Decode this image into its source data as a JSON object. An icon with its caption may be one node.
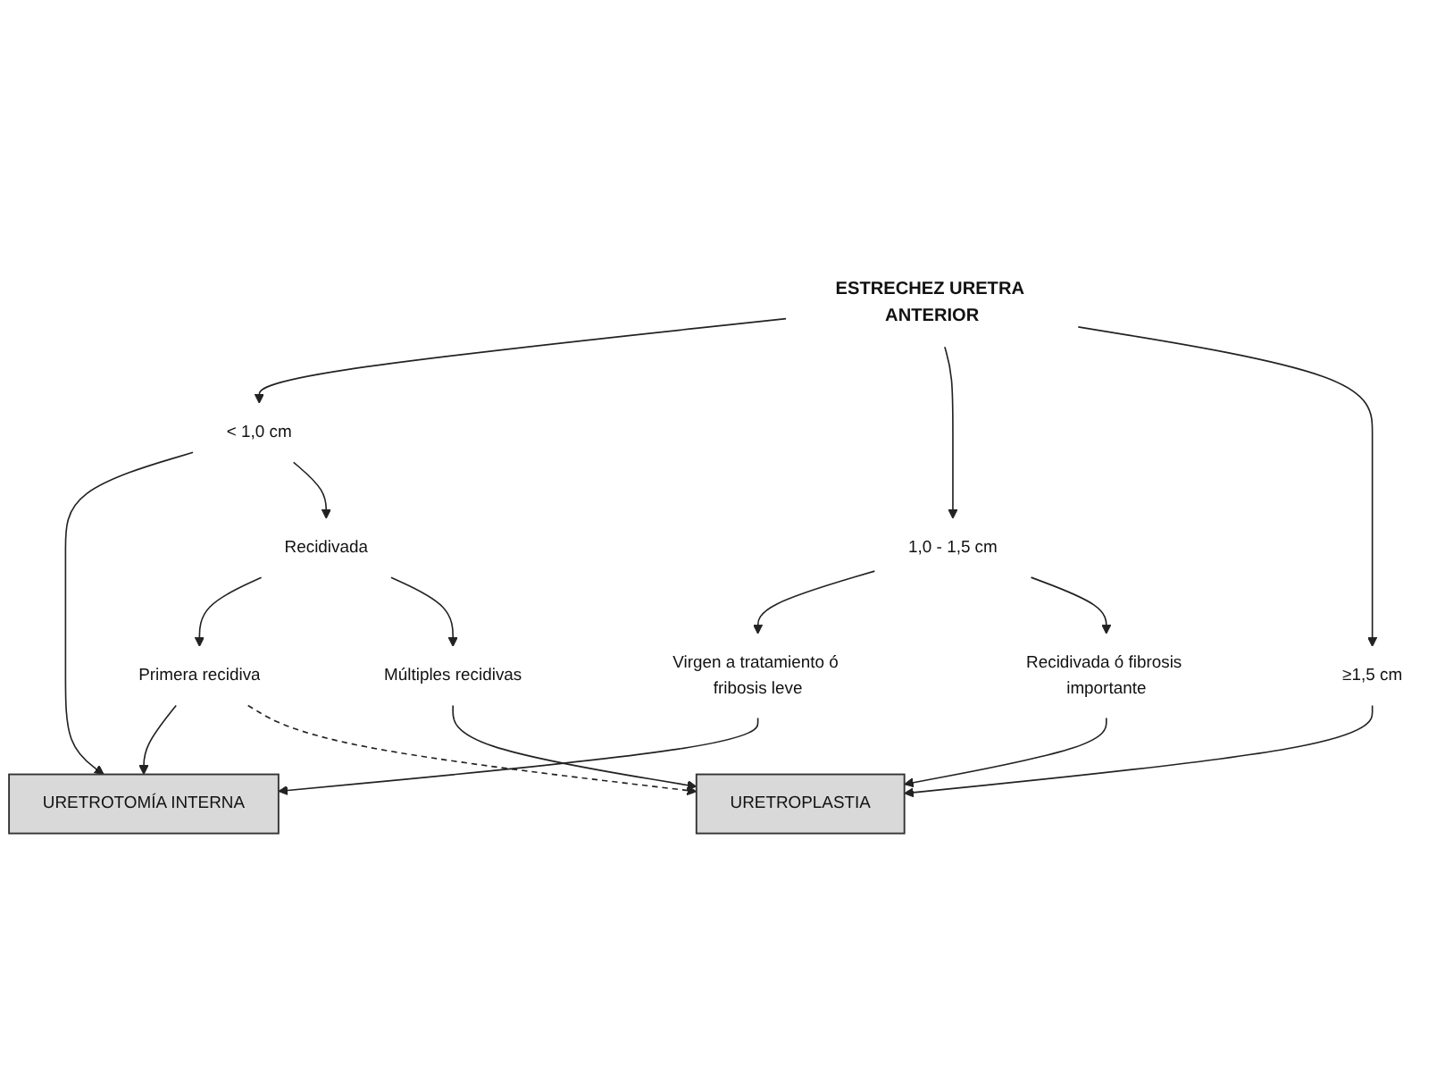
{
  "diagram": {
    "nodes": [
      {
        "text": [
          "ESTRECHEZ URETRA ANTERIOR"
        ]
      },
      {
        "text": [
          "< 1,0 cm"
        ]
      },
      {
        "text": [
          "1,0 - 1,5 cm"
        ]
      },
      {
        "text": [
          "≥1,5 cm"
        ]
      },
      {
        "text": [
          "Virgen a tratamiento ó fribosis leve"
        ]
      },
      {
        "text": [
          "Recidivada ó fibrosis importante"
        ]
      },
      {
        "text": [
          "URETROTOMÍA INTERNA"
        ]
      },
      {
        "text": [
          "Recidivada"
        ]
      },
      {
        "text": [
          "Primera recidiva"
        ]
      },
      {
        "text": [
          "Múltiples recidivas"
        ]
      },
      {
        "text": [
          "URETROPLASTIA"
        ]
      }
    ],
    "edges": [
      {
        "from": 0,
        "to": 1,
        "arrow": "to"
      },
      {
        "from": 0,
        "to": 2,
        "arrow": "to"
      },
      {
        "from": 0,
        "to": 3,
        "arrow": "to"
      },
      {
        "from": 2,
        "to": 4,
        "arrow": "to"
      },
      {
        "from": 2,
        "to": 5,
        "arrow": "to"
      },
      {
        "from": 1,
        "to": 6,
        "arrow": "to"
      },
      {
        "from": 4,
        "to": 6,
        "arrow": "to"
      },
      {
        "from": 1,
        "to": 7,
        "arrow": "to"
      },
      {
        "from": 7,
        "to": 8,
        "arrow": "to"
      },
      {
        "from": 8,
        "to": 6,
        "arrow": "to"
      },
      {
        "from": 8,
        "to": 10,
        "arrow": "to",
        "style": "dashed"
      },
      {
        "from": 7,
        "to": 9,
        "arrow": "to"
      },
      {
        "from": 9,
        "to": 10,
        "arrow": "to"
      },
      {
        "from": 5,
        "to": 10,
        "arrow": "to"
      },
      {
        "from": 3,
        "to": 10,
        "arrow": "to"
      }
    ]
  }
}
